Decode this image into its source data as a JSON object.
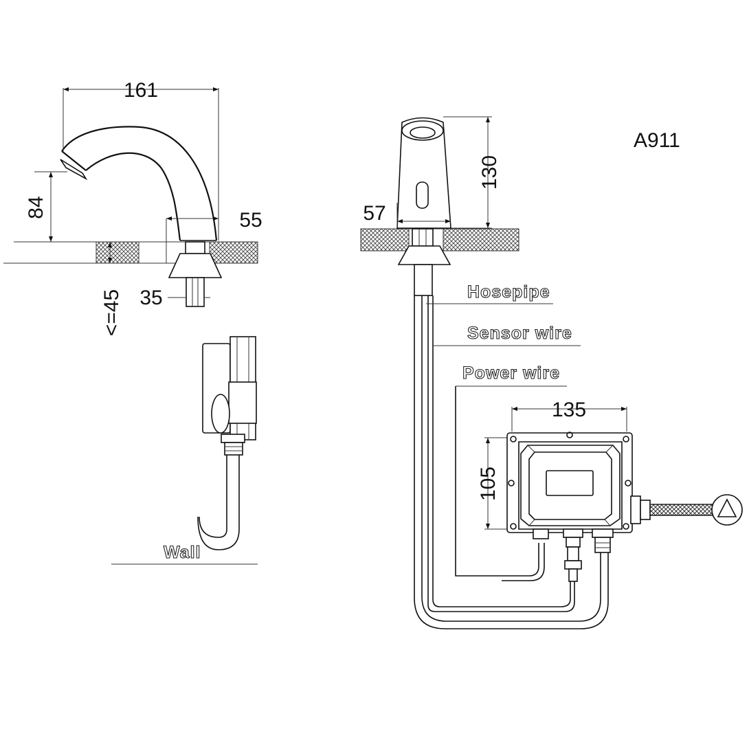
{
  "model": "A911",
  "dimensions": {
    "spout_reach": "161",
    "spout_height": "84",
    "base_diameter": "55",
    "shank_diameter": "35",
    "max_counter_thickness": "<=45",
    "sensor_height": "130",
    "sensor_base": "57",
    "box_width": "135",
    "box_height": "105"
  },
  "labels": {
    "hosepipe": "Hosepipe",
    "sensor_wire": "Sensor wire",
    "power_wire": "Power wire",
    "wall": "Wall"
  }
}
